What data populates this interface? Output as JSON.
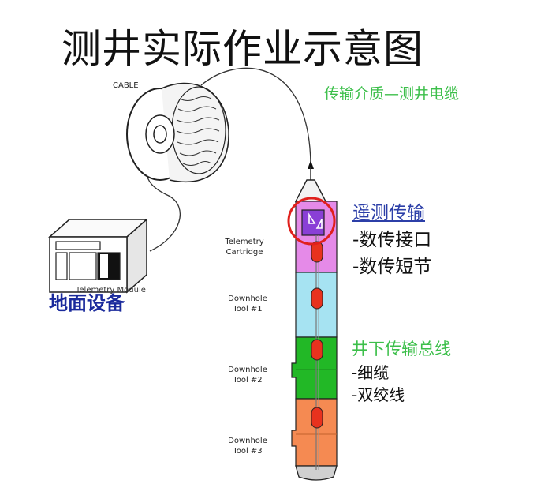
{
  "title": "测井实际作业示意图",
  "cable_label": "CABLE",
  "transmission_medium": "传输介质—测井电缆",
  "surface_equipment": "地面设备",
  "telemetry_module_label": "Telemetry Module",
  "tool_string": [
    {
      "label_line1": "Telemetry",
      "label_line2": "Cartridge",
      "color": "#e58ae8"
    },
    {
      "label_line1": "Downhole",
      "label_line2": "Tool #1",
      "color": "#a6e3f2"
    },
    {
      "label_line1": "Downhole",
      "label_line2": "Tool #2",
      "color": "#22b826"
    },
    {
      "label_line1": "Downhole",
      "label_line2": "Tool #3",
      "color": "#f58a52"
    }
  ],
  "telemetry": {
    "title": "遥测传输",
    "items": [
      "-数传接口",
      "-数传短节"
    ]
  },
  "downhole_bus": {
    "title": "井下传输总线",
    "items": [
      "-细缆",
      "-双绞线"
    ]
  },
  "colors": {
    "highlight_circle": "#e0201c",
    "node_red": "#e8321e",
    "interface_box": "#8a3fd6"
  }
}
